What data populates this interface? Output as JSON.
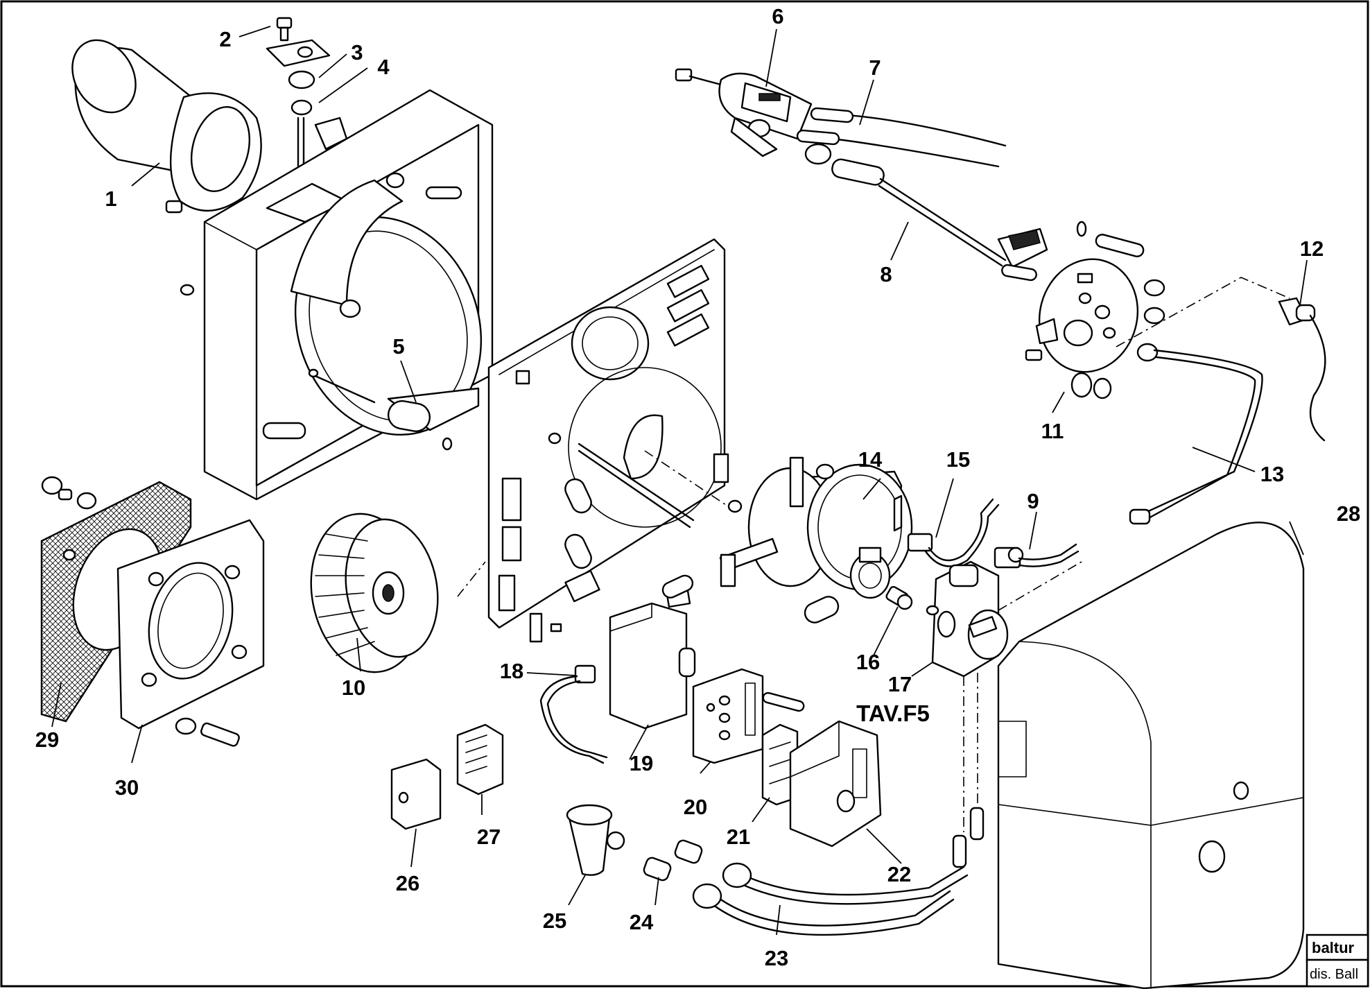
{
  "drawing": {
    "reference": "TAV.F5",
    "brand": "baltur",
    "credit": "dis. Ball"
  },
  "callouts": [
    "1",
    "2",
    "3",
    "4",
    "5",
    "6",
    "7",
    "8",
    "9",
    "10",
    "11",
    "12",
    "13",
    "14",
    "15",
    "16",
    "17",
    "18",
    "19",
    "20",
    "21",
    "22",
    "23",
    "24",
    "25",
    "26",
    "27",
    "28",
    "29",
    "30"
  ]
}
